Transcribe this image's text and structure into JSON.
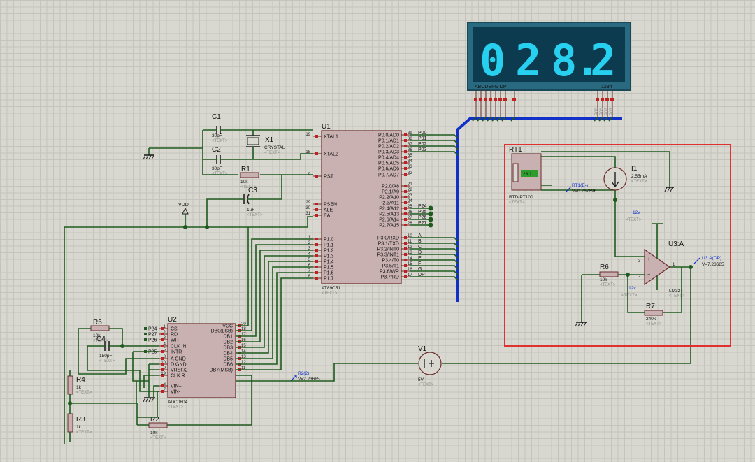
{
  "display": {
    "digits": [
      "0",
      "2",
      "8",
      ".",
      "2"
    ],
    "segment_labels": "ABCDEFG  DP",
    "common_labels": "1234",
    "digit_color": "#28d0f0",
    "bg_color": "#0c3a4e"
  },
  "u1": {
    "ref": "U1",
    "part": "AT89C51",
    "text": "<TEXT>",
    "left_pins": [
      "XTAL1",
      "XTAL2",
      "RST",
      "PSEN",
      "ALE",
      "EA",
      "P1.0",
      "P1.1",
      "P1.2",
      "P1.3",
      "P1.4",
      "P1.5",
      "P1.6",
      "P1.7"
    ],
    "left_nums": [
      "19",
      "18",
      "9",
      "29",
      "30",
      "31",
      "1",
      "2",
      "3",
      "4",
      "5",
      "6",
      "7",
      "8"
    ],
    "right_pins": [
      "P0.0/AD0",
      "P0.1/AD1",
      "P0.2/AD2",
      "P0.3/AD3",
      "P0.4/AD4",
      "P0.5/AD5",
      "P0.6/AD6",
      "P0.7/AD7",
      "P2.0/A8",
      "P2.1/A9",
      "P2.2/A10",
      "P2.3/A11",
      "P2.4/A12",
      "P2.5/A13",
      "P2.6/A14",
      "P2.7/A15",
      "P3.0/RXD",
      "P3.1/TXD",
      "P3.2/INT0",
      "P3.3/INT1",
      "P3.4/T0",
      "P3.5/T1",
      "P3.6/WR",
      "P3.7/RD"
    ],
    "right_nums": [
      "39",
      "38",
      "37",
      "36",
      "35",
      "34",
      "33",
      "32",
      "21",
      "22",
      "23",
      "24",
      "25",
      "26",
      "27",
      "28",
      "10",
      "11",
      "12",
      "13",
      "14",
      "15",
      "16",
      "17"
    ],
    "right_nets": [
      "P00",
      "P01",
      "P02",
      "P03",
      "",
      "",
      "",
      "",
      "",
      "",
      "",
      "",
      "P24",
      "P25",
      "P26",
      "P27",
      "A",
      "B",
      "C",
      "D",
      "E",
      "F",
      "G",
      "DP"
    ]
  },
  "u2": {
    "ref": "U2",
    "part": "ADC0804",
    "text": "<TEXT>",
    "left_pins": [
      "CS",
      "RD",
      "WR",
      "CLK IN",
      "INTR",
      "A GND",
      "D GND",
      "VREF/2",
      "CLK R",
      "VIN+",
      "VIN-"
    ],
    "left_nums": [
      "1",
      "2",
      "3",
      "4",
      "5",
      "8",
      "10",
      "9",
      "19",
      "6",
      "7"
    ],
    "left_nets": [
      "P24",
      "P27",
      "P26",
      "",
      "P25",
      "",
      "",
      "",
      "",
      "",
      ""
    ],
    "right_pins": [
      "VCC",
      "DB0(LSB)",
      "DB1",
      "DB2",
      "DB3",
      "DB4",
      "DB5",
      "DB6",
      "DB7(MSB)"
    ],
    "right_nums": [
      "20",
      "18",
      "17",
      "16",
      "15",
      "14",
      "13",
      "12",
      "11"
    ]
  },
  "parts": {
    "c1": {
      "ref": "C1",
      "val": "30pF"
    },
    "c2": {
      "ref": "C2",
      "val": "30pF"
    },
    "x1": {
      "ref": "X1",
      "val": "CRYSTAL"
    },
    "r1": {
      "ref": "R1",
      "val": "10k"
    },
    "c3": {
      "ref": "C3",
      "val": "1uF"
    },
    "r5": {
      "ref": "R5",
      "val": "10k"
    },
    "c4": {
      "ref": "C4",
      "val": "150pF"
    },
    "r4": {
      "ref": "R4",
      "val": "1k"
    },
    "r3": {
      "ref": "R3",
      "val": "1k"
    },
    "r2": {
      "ref": "R2",
      "val": "10k"
    },
    "r6": {
      "ref": "R6",
      "val": "10k"
    },
    "r7": {
      "ref": "R7",
      "val": "240k"
    },
    "v1": {
      "ref": "V1",
      "val": "5V"
    },
    "i1": {
      "ref": "I1",
      "val": "2.55mA"
    },
    "rt1": {
      "ref": "RT1",
      "val": "RTD-PT100",
      "temp": "28.2"
    },
    "u3": {
      "ref": "U3:A",
      "val": "LM324"
    },
    "text": "<TEXT>"
  },
  "nets": {
    "vdd": "VDD",
    "p00": "P00",
    "p01": "P01",
    "p02": "P02",
    "p03": "P03",
    "plus12": "12v",
    "minus12": "-12v"
  },
  "probes": {
    "r2": {
      "name": "R2(2)",
      "val": "V=2.23685"
    },
    "rt1": {
      "name": "RT1(E-)",
      "val": "V=0.267896"
    },
    "u3": {
      "name": "U3:A(OP)",
      "val": "V=7.23685"
    }
  },
  "colors": {
    "wire": "#1f5a1f",
    "bus": "#1030c8",
    "box": "#e03030",
    "chip": "#c9b1b1"
  }
}
